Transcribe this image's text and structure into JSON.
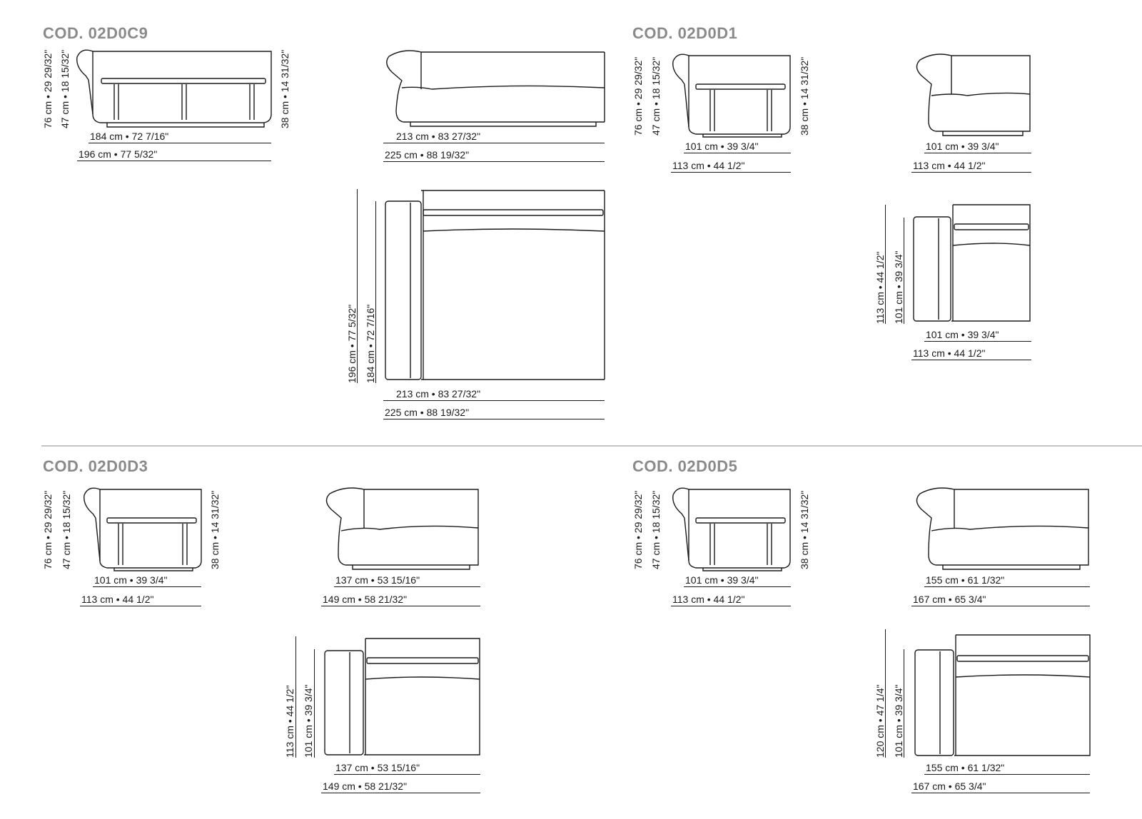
{
  "sections": {
    "c9": {
      "code": "COD. 02D0C9",
      "front": {
        "h_total": "76 cm • 29 29/32\"",
        "h_seat": "47 cm • 18 15/32\"",
        "h_arm": "38 cm • 14 31/32\"",
        "w_inner": "184 cm • 72 7/16\"",
        "w_outer": "196 cm • 77 5/32\""
      },
      "side": {
        "w_inner": "213 cm • 83 27/32\"",
        "w_outer": "225 cm • 88 19/32\""
      },
      "top": {
        "d_outer": "196 cm • 77 5/32\"",
        "d_inner": "184 cm • 72 7/16\"",
        "w_inner": "213 cm • 83 27/32\"",
        "w_outer": "225 cm • 88 19/32\""
      }
    },
    "d1": {
      "code": "COD. 02D0D1",
      "front": {
        "h_total": "76 cm • 29 29/32\"",
        "h_seat": "47 cm • 18 15/32\"",
        "h_arm": "38 cm • 14 31/32\"",
        "w_inner": "101 cm • 39 3/4\"",
        "w_outer": "113 cm • 44 1/2\""
      },
      "side": {
        "w_inner": "101 cm • 39 3/4\"",
        "w_outer": "113 cm • 44 1/2\""
      },
      "top": {
        "d_outer": "113 cm • 44 1/2\"",
        "d_inner": "101 cm • 39 3/4\"",
        "w_inner": "101 cm • 39 3/4\"",
        "w_outer": "113 cm • 44 1/2\""
      }
    },
    "d3": {
      "code": "COD. 02D0D3",
      "front": {
        "h_total": "76 cm • 29 29/32\"",
        "h_seat": "47 cm • 18 15/32\"",
        "h_arm": "38 cm • 14 31/32\"",
        "w_inner": "101 cm • 39 3/4\"",
        "w_outer": "113 cm • 44 1/2\""
      },
      "side": {
        "w_inner": "137 cm • 53 15/16\"",
        "w_outer": "149 cm • 58 21/32\""
      },
      "top": {
        "d_outer": "113 cm • 44 1/2\"",
        "d_inner": "101 cm • 39 3/4\"",
        "w_inner": "137 cm • 53 15/16\"",
        "w_outer": "149 cm • 58 21/32\""
      }
    },
    "d5": {
      "code": "COD. 02D0D5",
      "front": {
        "h_total": "76 cm • 29 29/32\"",
        "h_seat": "47 cm • 18 15/32\"",
        "h_arm": "38 cm • 14 31/32\"",
        "w_inner": "101 cm • 39 3/4\"",
        "w_outer": "113 cm • 44 1/2\""
      },
      "side": {
        "w_inner": "155 cm • 61 1/32\"",
        "w_outer": "167 cm • 65 3/4\""
      },
      "top": {
        "d_outer": "120 cm • 47 1/4\"",
        "d_inner": "101 cm • 39 3/4\"",
        "w_inner": "155 cm • 61 1/32\"",
        "w_outer": "167 cm • 65 3/4\""
      }
    }
  }
}
